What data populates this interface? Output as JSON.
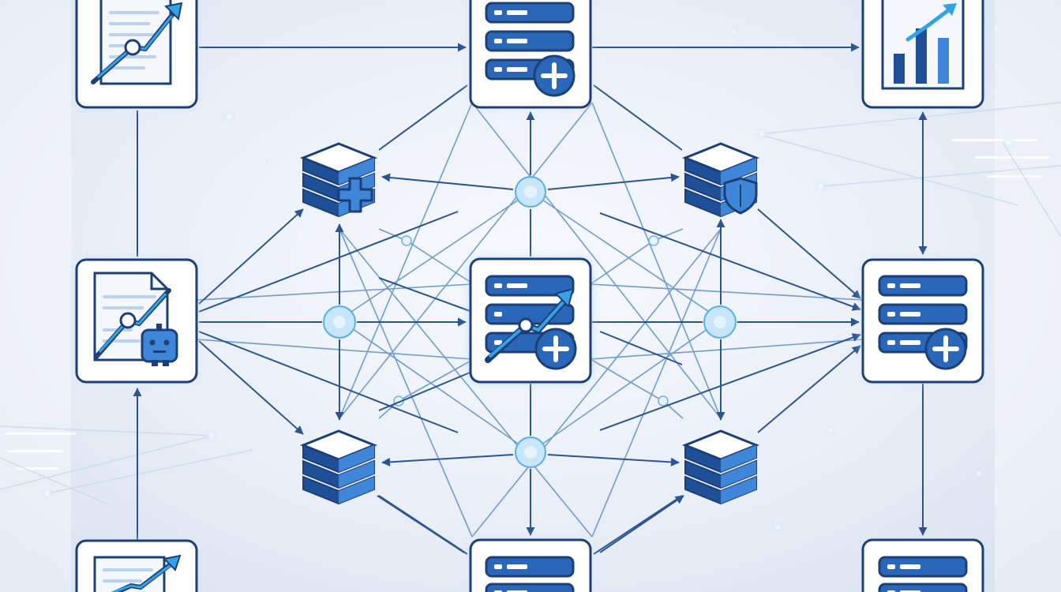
{
  "colors": {
    "background": "#e9eef7",
    "frame_stroke": "#1d3f77",
    "arrow": "#2a5590",
    "thin_line": "#6f9ccf",
    "icon_dark": "#1e4f97",
    "icon_light": "#3f86d8",
    "accent_cyan": "#35a2e6",
    "hub_fill": "#c8e6fb",
    "hub_stroke": "#5aaee6"
  },
  "nodes": [
    {
      "id": "report-top-left",
      "icon": "growth-report-icon"
    },
    {
      "id": "server-top-center",
      "icon": "server-add-icon"
    },
    {
      "id": "chart-top-right",
      "icon": "bar-chart-growth-icon"
    },
    {
      "id": "report-mid-left",
      "icon": "report-bot-icon"
    },
    {
      "id": "server-mid-center",
      "icon": "server-growth-add-icon"
    },
    {
      "id": "server-mid-right",
      "icon": "server-add-icon"
    },
    {
      "id": "report-bottom-left",
      "icon": "growth-report-icon"
    },
    {
      "id": "server-bottom-center",
      "icon": "server-icon"
    },
    {
      "id": "server-bottom-right",
      "icon": "server-icon"
    },
    {
      "id": "db-upper-left",
      "icon": "database-add-icon"
    },
    {
      "id": "db-upper-right",
      "icon": "database-shield-icon"
    },
    {
      "id": "db-lower-left",
      "icon": "database-icon"
    },
    {
      "id": "db-lower-right",
      "icon": "database-icon"
    }
  ],
  "hubs": [
    "hub-top",
    "hub-left",
    "hub-right",
    "hub-bottom"
  ]
}
